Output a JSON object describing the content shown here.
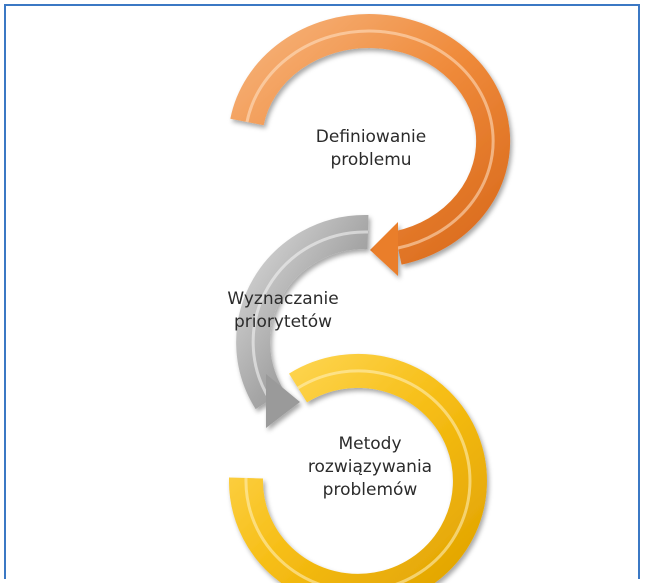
{
  "diagram": {
    "steps": [
      {
        "label": "Definiowanie\nproblemu",
        "color": "#ef8a3a"
      },
      {
        "label": "Wyznaczanie\npriorytetów",
        "color": "#a6a6a6"
      },
      {
        "label": "Metody\nrozwiązywania\nproblemów",
        "color": "#f6bd14"
      }
    ],
    "frame_color": "#3b78c4"
  }
}
